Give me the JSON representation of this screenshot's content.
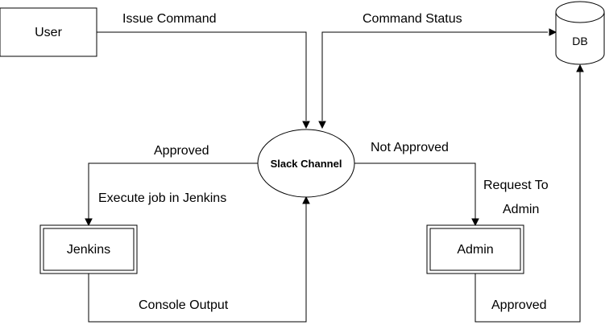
{
  "nodes": {
    "user": "User",
    "db": "DB",
    "slack_channel": "Slack Channel",
    "jenkins": "Jenkins",
    "admin": "Admin"
  },
  "edges": {
    "issue_command": "Issue Command",
    "command_status": "Command Status",
    "approved_left": "Approved",
    "execute_job": "Execute job in Jenkins",
    "not_approved": "Not Approved",
    "request_to_admin_line1": "Request To",
    "request_to_admin_line2": "Admin",
    "console_output": "Console Output",
    "approved_right": "Approved"
  },
  "colors": {
    "stroke": "#000000",
    "fill": "#ffffff",
    "text": "#000000"
  }
}
